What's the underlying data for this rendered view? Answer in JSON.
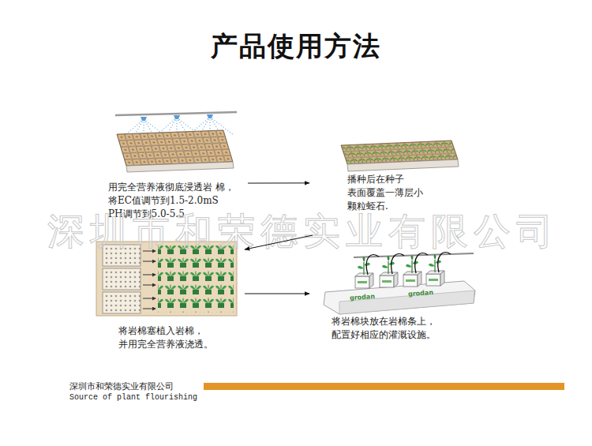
{
  "diagram": {
    "title": "产品使用方法",
    "nodes": [
      {
        "text": [
          "用完全营养液彻底浸透岩 棉，将EC值调节到1.5-2.0mS PH调节到5.0-5.5"
        ]
      },
      {
        "text": [
          "播种后在种子 表面覆盖一薄层小 颗粒蛭石."
        ]
      },
      {
        "text": [
          "将岩棉塞植入岩棉， 并用完全营养液浇透。"
        ]
      },
      {
        "text": [
          "将岩棉块放在岩棉条上， 配置好相应的灌溉设施。"
        ]
      }
    ],
    "edges": [
      {
        "from": 0,
        "to": 1,
        "arrow": "to"
      },
      {
        "from": 1,
        "to": 2,
        "arrow": "to"
      },
      {
        "from": 2,
        "to": 3,
        "arrow": "to"
      }
    ],
    "labels": [
      "深圳市和荣德实业有限公司",
      "grodan",
      "grodan",
      "深圳市和荣德实业有限公司",
      "Source of plant flourishing"
    ]
  }
}
